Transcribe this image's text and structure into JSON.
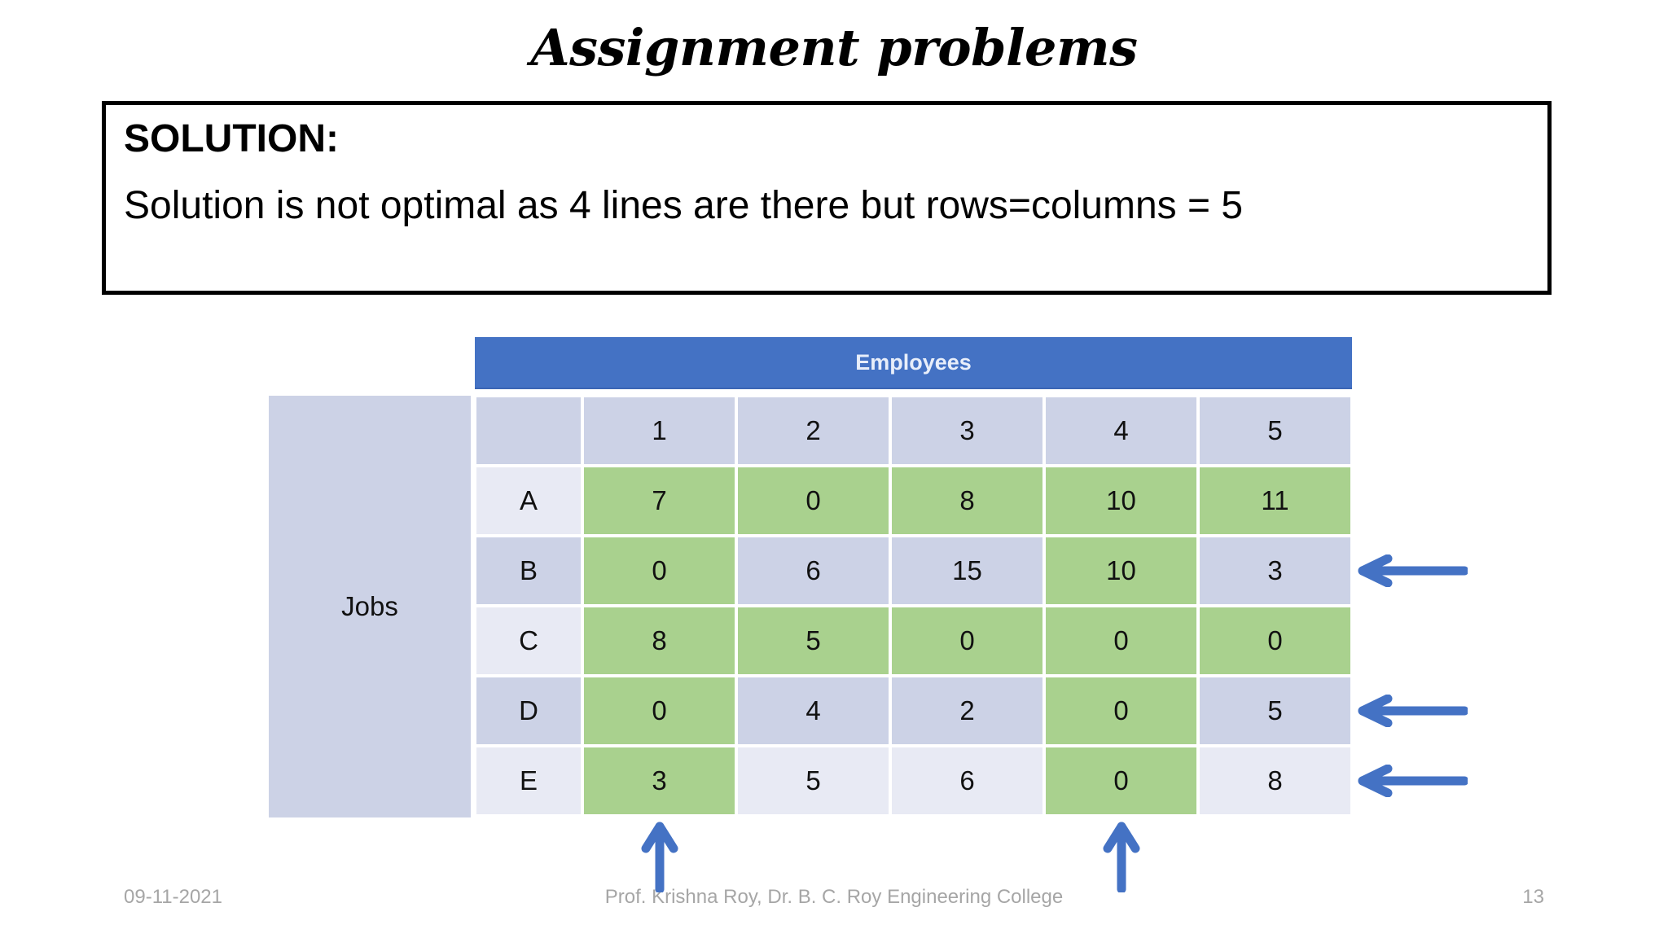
{
  "slide": {
    "title": "Assignment problems"
  },
  "solution_box": {
    "heading": "SOLUTION:",
    "text": "Solution is not optimal as 4 lines are there but rows=columns = 5"
  },
  "matrix": {
    "col_group_label": "Employees",
    "row_group_label": "Jobs",
    "corner_label": "",
    "column_headers": [
      "1",
      "2",
      "3",
      "4",
      "5"
    ],
    "row_labels": [
      "A",
      "B",
      "C",
      "D",
      "E"
    ],
    "rows": [
      {
        "label": "A",
        "values": [
          "7",
          "0",
          "8",
          "10",
          "11"
        ],
        "highlight": [
          true,
          true,
          true,
          true,
          true
        ]
      },
      {
        "label": "B",
        "values": [
          "0",
          "6",
          "15",
          "10",
          "3"
        ],
        "highlight": [
          true,
          false,
          false,
          true,
          false
        ]
      },
      {
        "label": "C",
        "values": [
          "8",
          "5",
          "0",
          "0",
          "0"
        ],
        "highlight": [
          true,
          true,
          true,
          true,
          true
        ]
      },
      {
        "label": "D",
        "values": [
          "0",
          "4",
          "2",
          "0",
          "5"
        ],
        "highlight": [
          true,
          false,
          false,
          true,
          false
        ]
      },
      {
        "label": "E",
        "values": [
          "3",
          "5",
          "6",
          "0",
          "8"
        ],
        "highlight": [
          true,
          false,
          false,
          true,
          false
        ]
      }
    ]
  },
  "annotations": {
    "row_arrows": [
      "B",
      "D",
      "E"
    ],
    "column_arrows": [
      "1",
      "4"
    ],
    "arrow_color": "#4472c4"
  },
  "colors": {
    "banner_blue": "#4472c4",
    "highlight_green": "#a9d18e",
    "band_dark": "#ccd2e6",
    "band_light": "#e8eaf4",
    "footer_gray": "#a6a6a6"
  },
  "footer": {
    "date": "09-11-2021",
    "credit": "Prof. Krishna Roy, Dr. B. C. Roy Engineering College",
    "page_number": "13"
  }
}
